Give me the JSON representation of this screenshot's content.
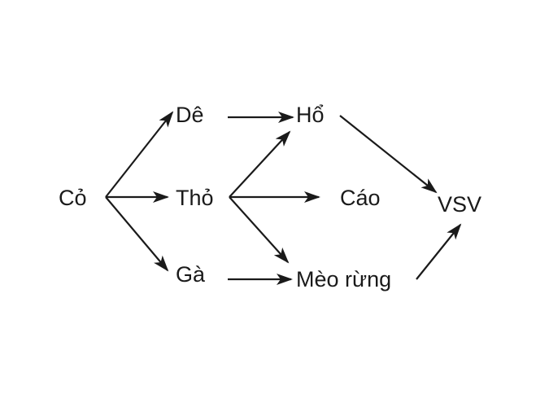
{
  "diagram": {
    "type": "food-web",
    "nodes": [
      {
        "id": "co",
        "label": "Cỏ"
      },
      {
        "id": "de",
        "label": "Dê"
      },
      {
        "id": "tho",
        "label": "Thỏ"
      },
      {
        "id": "ga",
        "label": "Gà"
      },
      {
        "id": "ho",
        "label": "Hổ"
      },
      {
        "id": "cao",
        "label": "Cáo"
      },
      {
        "id": "meo_rung",
        "label": "Mèo rừng"
      },
      {
        "id": "vsv",
        "label": "VSV"
      }
    ],
    "edges": [
      {
        "from": "co",
        "to": "de"
      },
      {
        "from": "co",
        "to": "tho"
      },
      {
        "from": "co",
        "to": "ga"
      },
      {
        "from": "de",
        "to": "ho"
      },
      {
        "from": "tho",
        "to": "ho"
      },
      {
        "from": "tho",
        "to": "cao"
      },
      {
        "from": "tho",
        "to": "meo_rung"
      },
      {
        "from": "ga",
        "to": "meo_rung"
      },
      {
        "from": "ho",
        "to": "vsv"
      },
      {
        "from": "meo_rung",
        "to": "vsv"
      }
    ],
    "colors": {
      "ink": "#1a1a1a",
      "background": "#ffffff"
    }
  }
}
